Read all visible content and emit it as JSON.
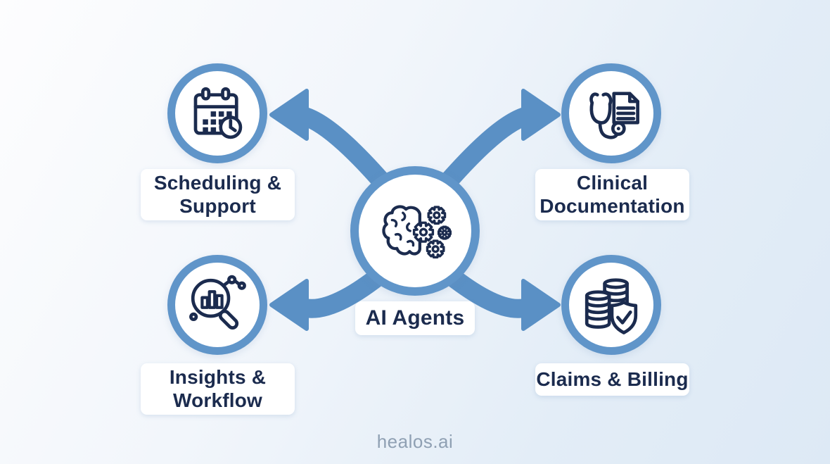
{
  "diagram_title": "AI Agents",
  "colors": {
    "accent_arrow": "#5a90c5",
    "ring": "#6095c9",
    "text_navy": "#1b2b4e",
    "label_background": "#ffffff",
    "background_start": "#fdfdfe",
    "background_end": "#dde9f5",
    "brand_gray": "#8fa0b3"
  },
  "center": {
    "label": "AI Agents",
    "icon": "brain-gears-icon"
  },
  "nodes": [
    {
      "id": "scheduling-support",
      "position": "top-left",
      "icon": "calendar-clock-icon",
      "lines": [
        "Scheduling &",
        "Support"
      ]
    },
    {
      "id": "clinical-documentation",
      "position": "top-right",
      "icon": "stethoscope-document-icon",
      "lines": [
        "Clinical",
        "Documentation"
      ]
    },
    {
      "id": "insights-workflow",
      "position": "bottom-left",
      "icon": "magnifier-analytics-icon",
      "lines": [
        "Insights &",
        "Workflow"
      ]
    },
    {
      "id": "claims-billing",
      "position": "bottom-right",
      "icon": "coins-shield-icon",
      "lines": [
        "Claims & Billing"
      ]
    }
  ],
  "connectors": [
    {
      "from": "center",
      "to": "scheduling-support"
    },
    {
      "from": "center",
      "to": "clinical-documentation"
    },
    {
      "from": "center",
      "to": "insights-workflow"
    },
    {
      "from": "center",
      "to": "claims-billing"
    }
  ],
  "footer": {
    "brand": "healos.ai"
  }
}
